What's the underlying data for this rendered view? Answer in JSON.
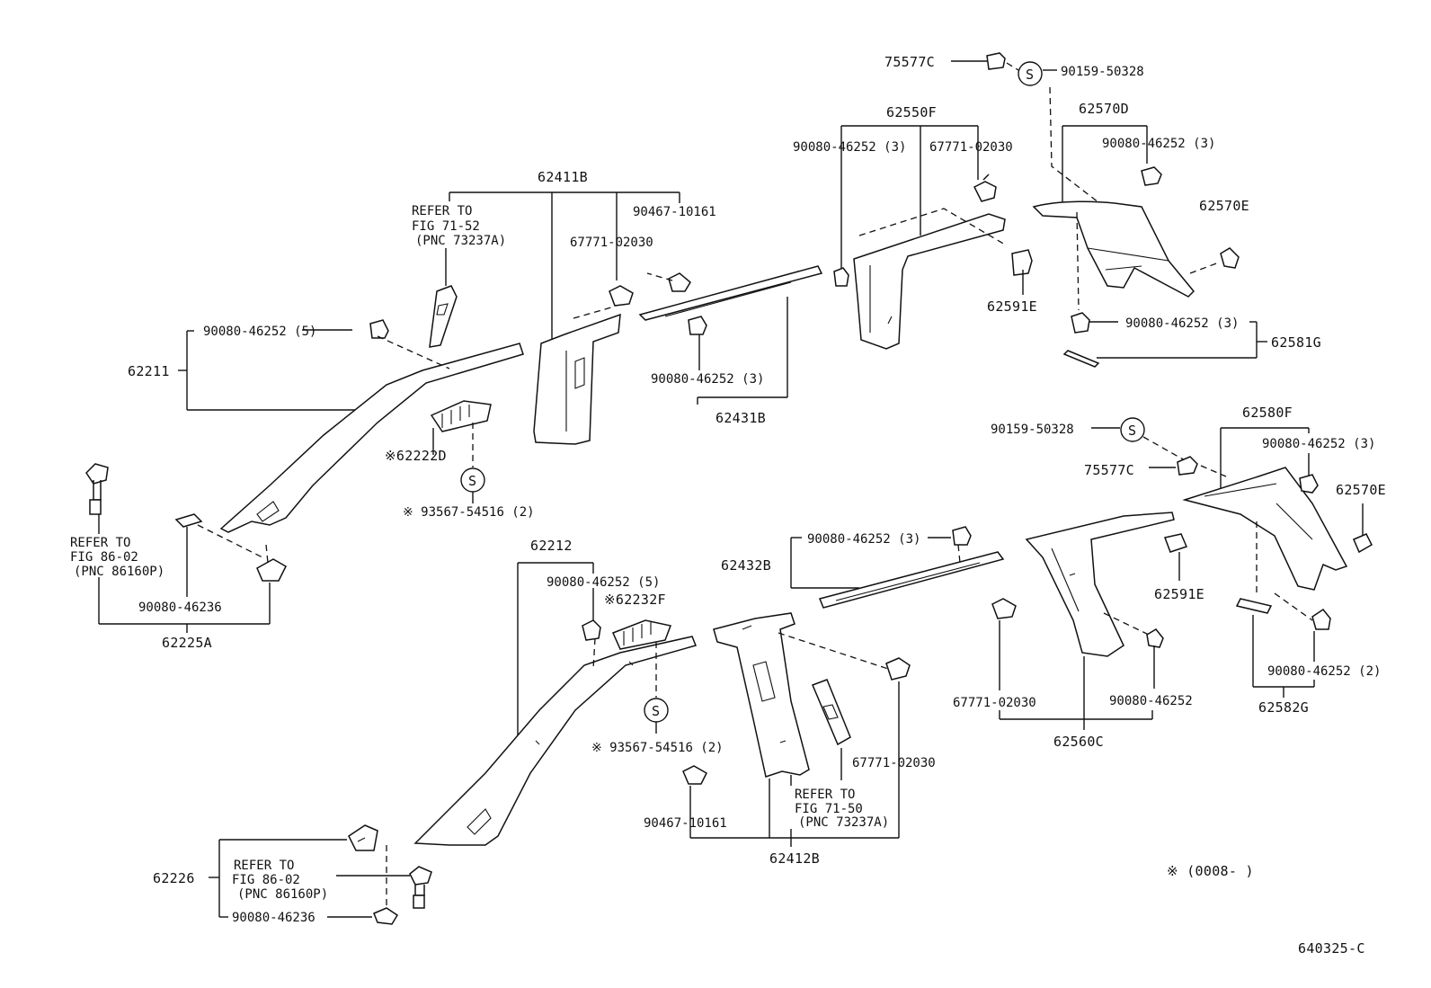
{
  "labels": {
    "p75577c_top": "75577C",
    "p90159_top": "90159-50328",
    "s_top": "S",
    "p62550f": "62550F",
    "p62570d": "62570D",
    "p90080_3_a": "90080-46252 (3)",
    "p67771_a": "67771-02030",
    "p90080_3_b": "90080-46252 (3)",
    "p62570e_top": "62570E",
    "p62591e_top": "62591E",
    "p90080_3_c": "90080-46252 (3)",
    "p62581g": "62581G",
    "p62411b": "62411B",
    "refer_a1": "REFER TO",
    "refer_a2": "FIG 71-52",
    "refer_a3": "(PNC 73237A)",
    "p90467_a": "90467-10161",
    "p67771_b": "67771-02030",
    "p90080_5_a": "90080-46252 (5)",
    "p62211": "62211",
    "p90080_3_d": "90080-46252 (3)",
    "p62431b": "62431B",
    "p62222d": "※62222D",
    "s_mid": "S",
    "p93567_a": "※ 93567-54516 (2)",
    "refer_b1": "REFER TO",
    "refer_b2": "FIG 86-02",
    "refer_b3": "(PNC 86160P)",
    "p90080_46236_a": "90080-46236",
    "p62225a": "62225A",
    "p90159_mid": "90159-50328",
    "s_right": "S",
    "p62580f": "62580F",
    "p90080_3_e": "90080-46252 (3)",
    "p75577c_mid": "75577C",
    "p62570e_mid": "62570E",
    "p62212": "62212",
    "p90080_5_b": "90080-46252 (5)",
    "p62232f": "※62232F",
    "s_low": "S",
    "p93567_b": "※ 93567-54516 (2)",
    "p90080_3_f": "90080-46252 (3)",
    "p62432b": "62432B",
    "p62591e_mid": "62591E",
    "p90080_2": "90080-46252 (2)",
    "p62582g": "62582G",
    "p67771_c": "67771-02030",
    "p90080_46252": "90080-46252",
    "p62560c": "62560C",
    "p67771_d": "67771-02030",
    "refer_c1": "REFER TO",
    "refer_c2": "FIG 71-50",
    "refer_c3": "(PNC 73237A)",
    "p90467_b": "90467-10161",
    "p62412b": "62412B",
    "p62226": "62226",
    "refer_d1": "REFER TO",
    "refer_d2": "FIG 86-02",
    "refer_d3": "(PNC 86160P)",
    "p90080_46236_b": "90080-46236",
    "note": "※ (0008-      )",
    "figno": "640325-C"
  }
}
